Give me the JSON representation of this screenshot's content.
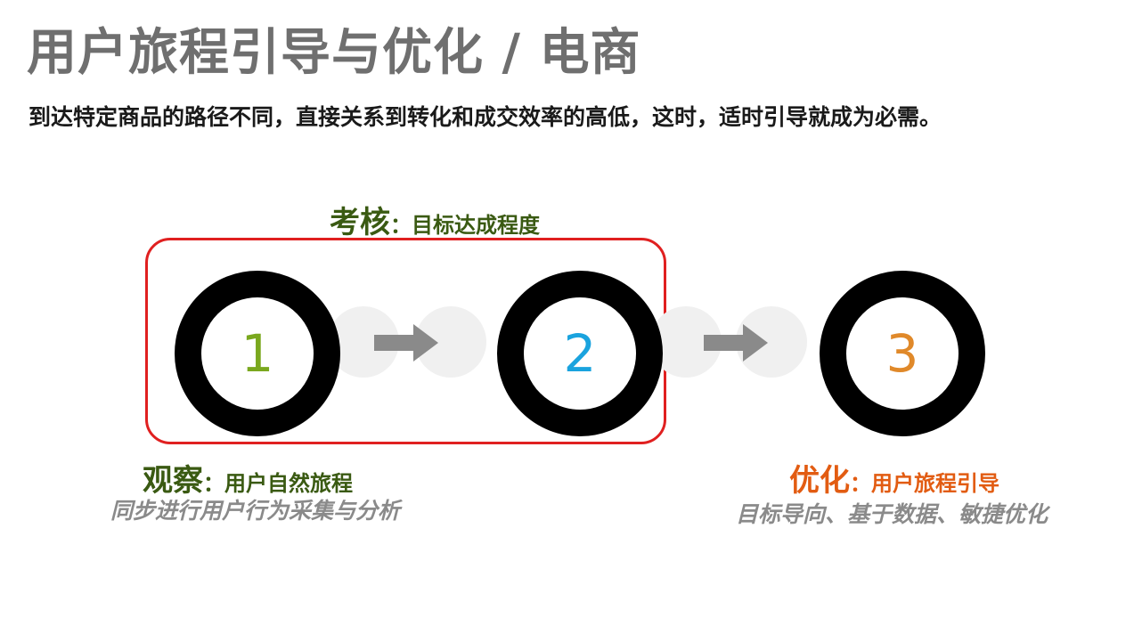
{
  "title": "用户旅程引导与优化 / 电商",
  "subtitle": "到达特定商品的路径不同，直接关系到转化和成交效率的高低，这时，适时引导就成为必需。",
  "assessment": {
    "heading": "考核",
    "text": "：目标达成程度"
  },
  "steps": [
    {
      "number": "1",
      "color": "#7aa81e"
    },
    {
      "number": "2",
      "color": "#1aa3de"
    },
    {
      "number": "3",
      "color": "#e0892a"
    }
  ],
  "observe": {
    "heading": "观察",
    "text": "：用户自然旅程",
    "desc": "同步进行用户行为采集与分析"
  },
  "optimize": {
    "heading": "优化",
    "text": "：用户旅程引导",
    "desc": "目标导向、基于数据、敏捷优化"
  },
  "colors": {
    "frame": "#e02020",
    "green_label": "#3a5a12",
    "orange_label": "#e25c12",
    "arrow": "#8a8a8a"
  }
}
